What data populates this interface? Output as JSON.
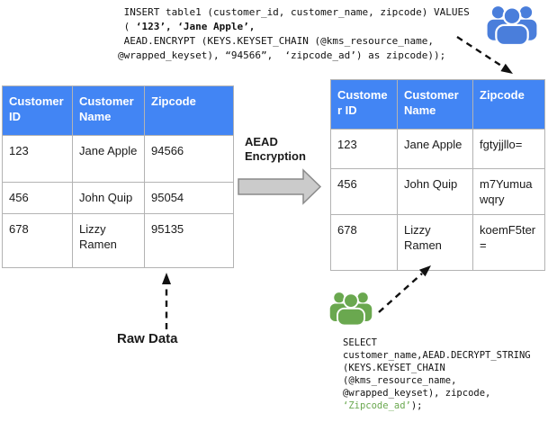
{
  "colors": {
    "table_header_bg": "#4285F4",
    "users_blue": "#4A7EDB",
    "users_green": "#6AA84F",
    "sql_green": "#6AA84F",
    "arrow_gray": "#CBCBCB"
  },
  "insert_sql": {
    "l1": " INSERT table1 (customer_id, customer_name, zipcode) VALUES",
    "l2_pre": " ( ",
    "l2_bold": "‘123’, ‘Jane Apple’,",
    "l3": " AEAD.ENCRYPT (KEYS.KEYSET_CHAIN (@kms_resource_name,",
    "l4": "@wrapped_keyset), “94566”,  ‘zipcode_ad’) as zipcode));"
  },
  "select_sql": {
    "l1": "SELECT",
    "l2": "customer_name,AEAD.DECRYPT_STRING",
    "l3": "(KEYS.KEYSET_CHAIN",
    "l4": "(@kms_resource_name,",
    "l5": "@wrapped_keyset), zipcode,",
    "l6_green": "‘Zipcode_ad’",
    "l6_end": ");"
  },
  "flow": {
    "aead_label": "AEAD Encryption",
    "raw_data_label": "Raw Data"
  },
  "left_table": {
    "headers": [
      "Customer ID",
      "Customer Name",
      "Zipcode"
    ],
    "rows": [
      [
        "123",
        "Jane Apple",
        "94566"
      ],
      [
        "456",
        "John Quip",
        "95054"
      ],
      [
        "678",
        "Lizzy Ramen",
        "95135"
      ]
    ]
  },
  "right_table": {
    "headers": [
      "Customer ID",
      "Customer Name",
      "Zipcode"
    ],
    "rows": [
      [
        "123",
        "Jane Apple",
        "fgtyjjllo="
      ],
      [
        "456",
        "John Quip",
        "m7Yumuawqry"
      ],
      [
        "678",
        "Lizzy Ramen",
        "koemF5ter="
      ]
    ]
  }
}
